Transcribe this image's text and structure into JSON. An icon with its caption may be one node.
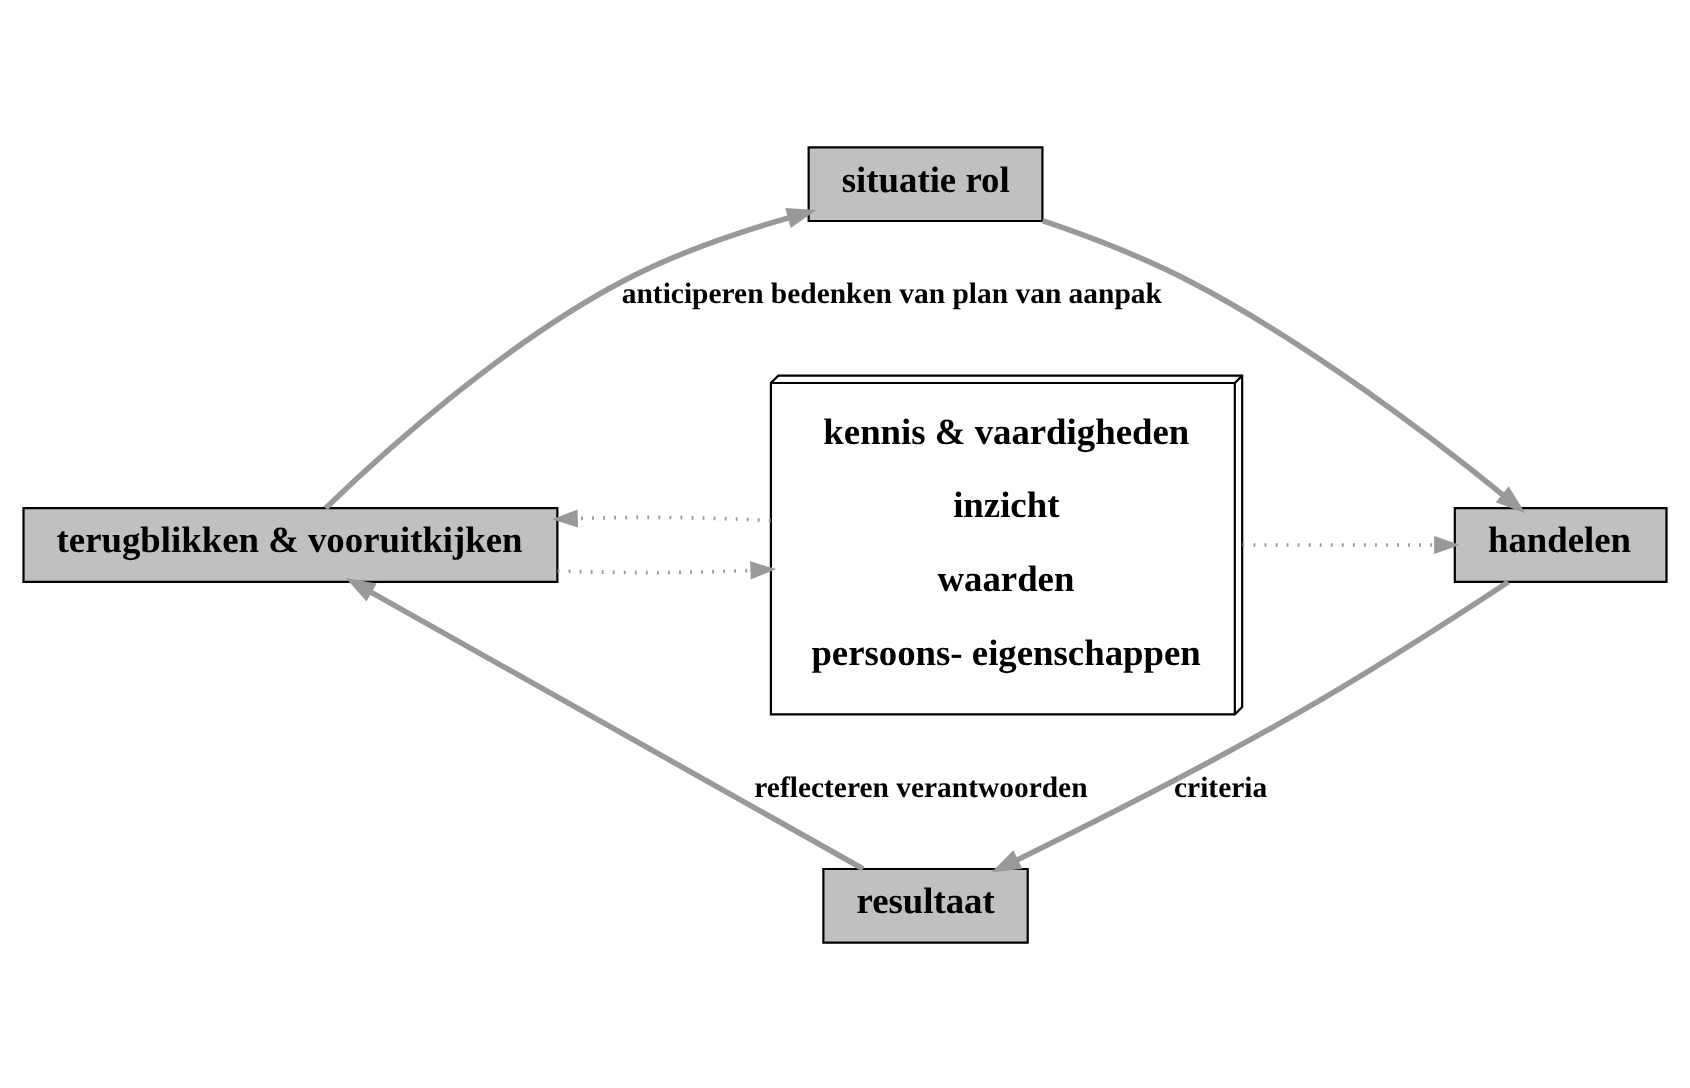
{
  "diagram": {
    "nodes": [
      {
        "text": [
          "situatie rol"
        ]
      },
      {
        "text": [
          "handelen"
        ]
      },
      {
        "text": [
          "resultaat"
        ]
      },
      {
        "text": [
          "terugblikken & vooruitkijken"
        ]
      },
      {
        "text": [
          "kennis & vaardigheden",
          "inzicht",
          "waarden",
          "persoons- eigenschappen"
        ]
      }
    ],
    "edges": [
      {
        "from": 0,
        "to": 1,
        "arrow": "to"
      },
      {
        "from": 1,
        "to": 2,
        "arrow": "to",
        "label": "criteria"
      },
      {
        "from": 2,
        "to": 3,
        "arrow": "to",
        "label": "reflecteren verantwoorden"
      },
      {
        "from": 3,
        "to": 0,
        "arrow": "to",
        "label": "anticiperen bedenken van plan van aanpak"
      },
      {
        "from": 3,
        "to": 4,
        "arrow": "to",
        "style": "dashed"
      },
      {
        "from": 4,
        "to": 3,
        "arrow": "to",
        "style": "dashed"
      },
      {
        "from": 4,
        "to": 1,
        "arrow": "to",
        "style": "dashed"
      }
    ]
  }
}
